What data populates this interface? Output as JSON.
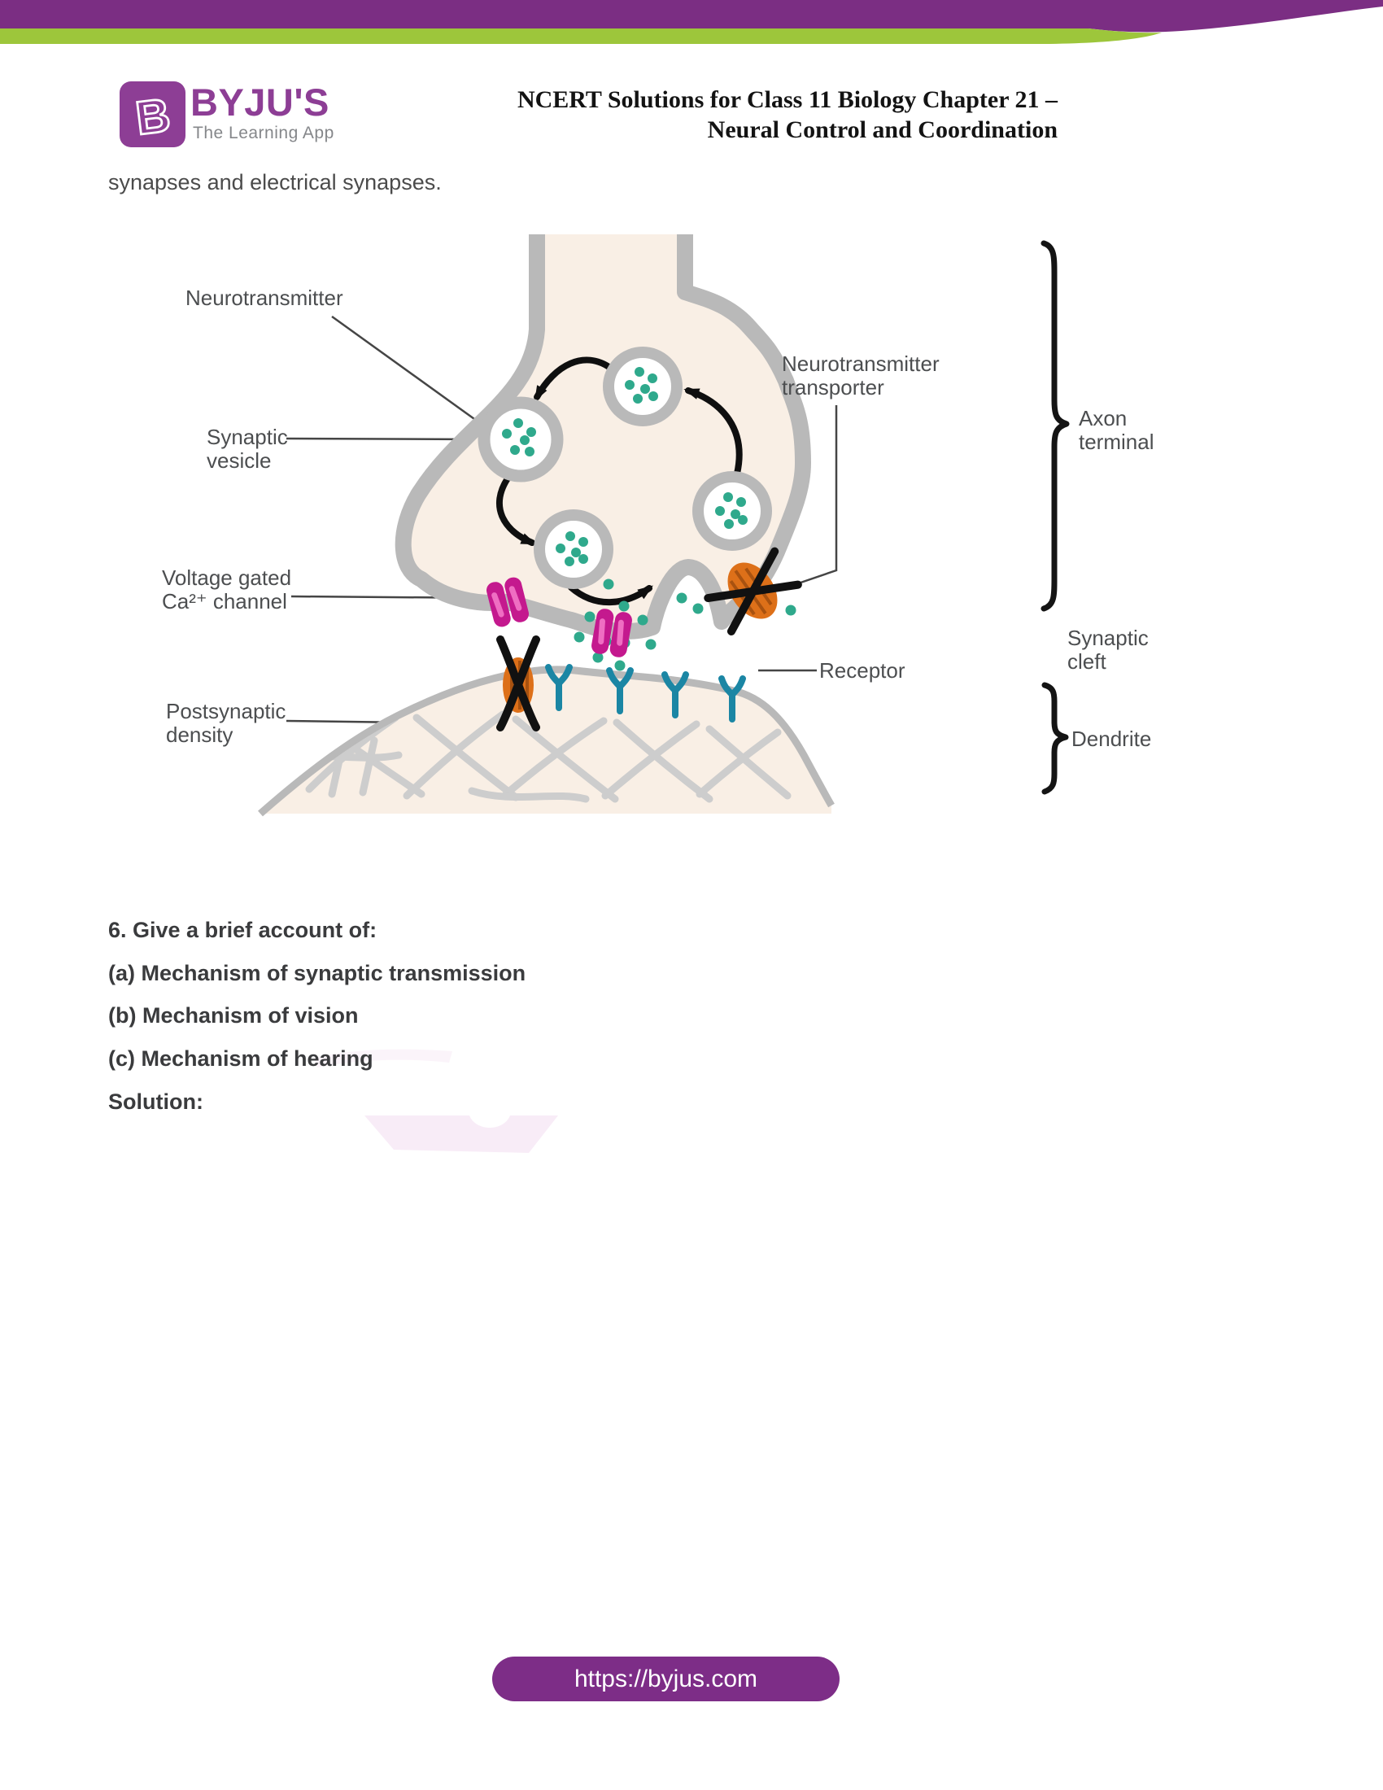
{
  "logo": {
    "b": "B",
    "name": "BYJU'S",
    "tagline": "The Learning App"
  },
  "header": {
    "title_line1": "NCERT Solutions for Class 11 Biology Chapter 21 –",
    "title_line2": "Neural Control and Coordination"
  },
  "body": {
    "intro": "synapses and electrical synapses."
  },
  "diagram": {
    "labels": {
      "neurotransmitter": "Neurotransmitter",
      "transporter_l1": "Neurotransmitter",
      "transporter_l2": "transporter",
      "vesicle_l1": "Synaptic",
      "vesicle_l2": "vesicle",
      "ca_l1": "Voltage gated",
      "ca_l2": "Ca²⁺ channel",
      "psd_l1": "Postsynaptic",
      "psd_l2": "density",
      "receptor": "Receptor",
      "axon_l1": "Axon",
      "axon_l2": "terminal",
      "cleft_l1": "Synaptic",
      "cleft_l2": "cleft",
      "dendrite": "Dendrite"
    }
  },
  "question": {
    "q": "6. Give a brief account of:",
    "a": "(a) Mechanism of synaptic transmission",
    "b": "(b) Mechanism of vision",
    "c": "(c) Mechanism of hearing",
    "solution": "Solution:"
  },
  "footer": {
    "url": "https://byjus.com"
  },
  "colors": {
    "purple_banner": "#7b2e83",
    "green_banner": "#9dc63b",
    "purple_logo": "#8d3e95",
    "purple_pill": "#7d2d87",
    "cream": "#f9efe5",
    "membrane": "#b9b9b9",
    "magenta": "#c4198e",
    "magenta_hi": "#ef6ec2",
    "orange": "#dd7019",
    "orange_dark": "#a85210",
    "teal": "#2fa98c",
    "receptor": "#1b86a4",
    "mesh": "#cdcdcd"
  }
}
